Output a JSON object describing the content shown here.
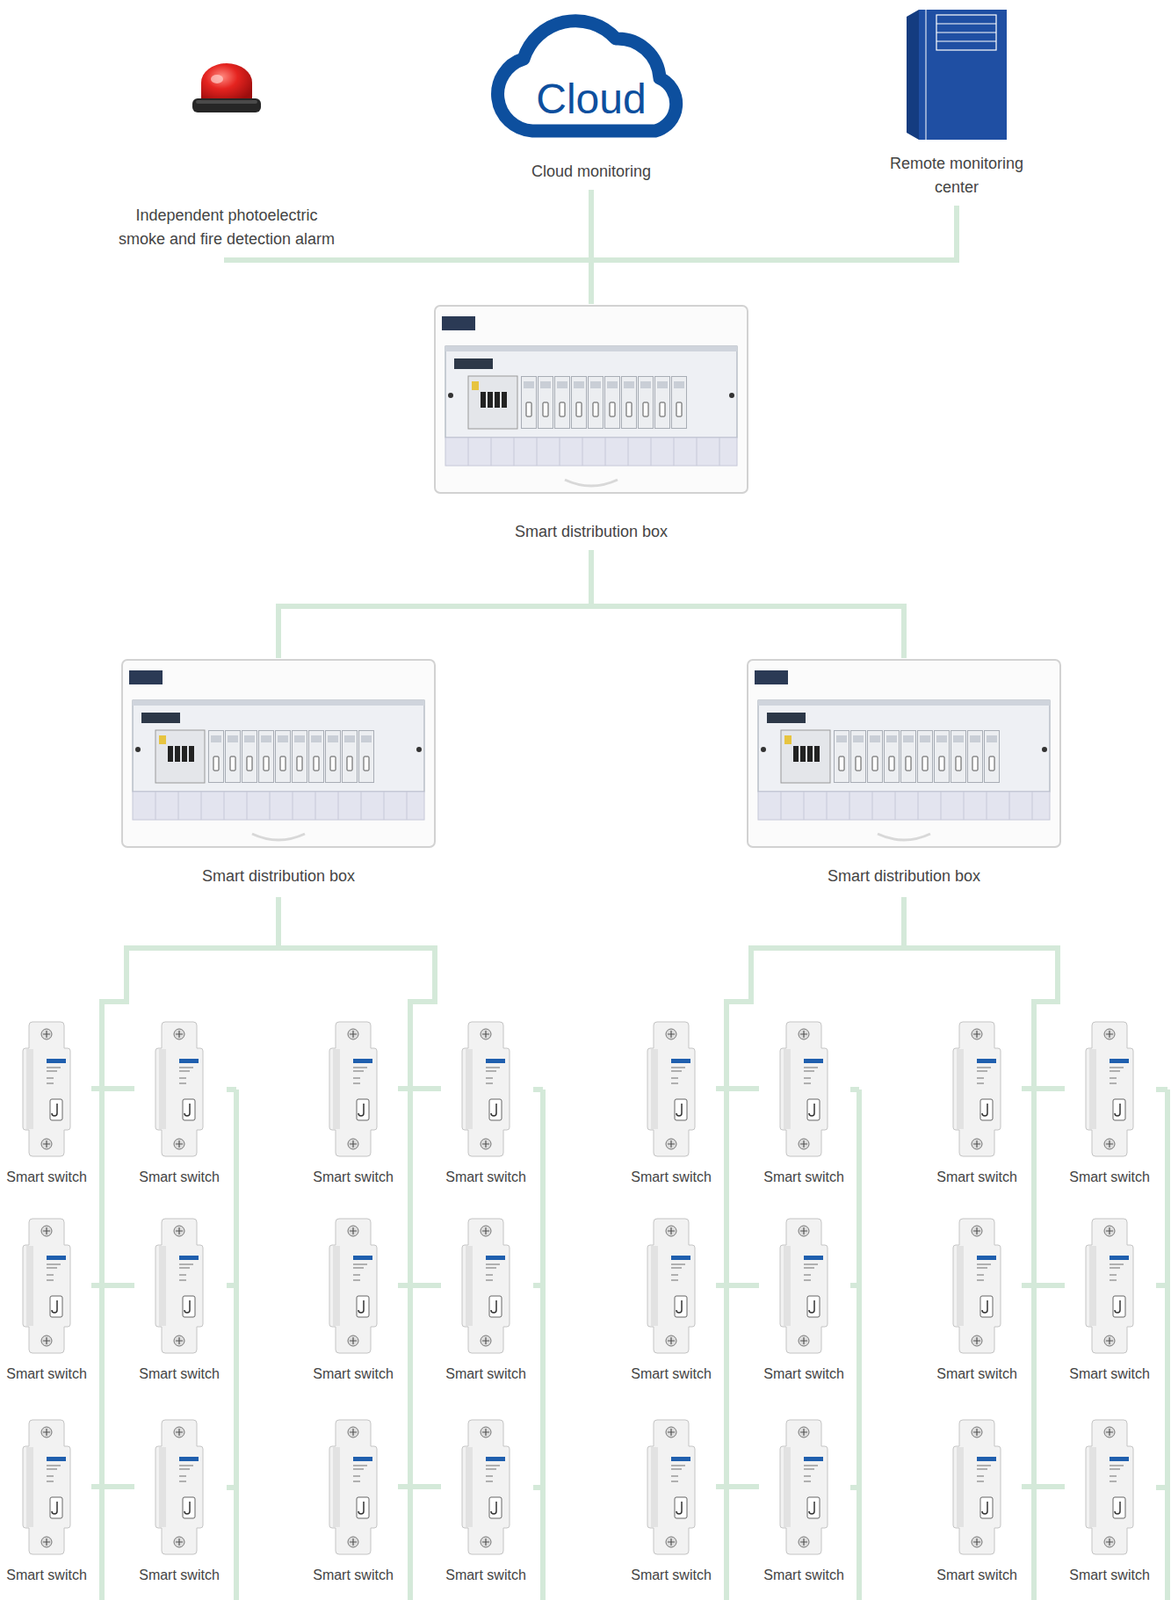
{
  "diagram": {
    "nodes": [
      {
        "text": [
          "Independent photoelectric smoke and fire detection alarm"
        ]
      },
      {
        "text": [
          "Cloud",
          "Cloud monitoring"
        ]
      },
      {
        "text": [
          "Remote monitoring center"
        ]
      },
      {
        "text": [
          "Smart distribution box"
        ]
      },
      {
        "text": [
          "Smart distribution box"
        ]
      },
      {
        "text": [
          "Smart distribution box"
        ]
      },
      {
        "text": [
          "Smart switch"
        ]
      },
      {
        "text": [
          "Smart switch"
        ]
      },
      {
        "text": [
          "Smart switch"
        ]
      },
      {
        "text": [
          "Smart switch"
        ]
      },
      {
        "text": [
          "Smart switch"
        ]
      },
      {
        "text": [
          "Smart switch"
        ]
      },
      {
        "text": [
          "Smart switch"
        ]
      },
      {
        "text": [
          "Smart switch"
        ]
      },
      {
        "text": [
          "Smart switch"
        ]
      },
      {
        "text": [
          "Smart switch"
        ]
      },
      {
        "text": [
          "Smart switch"
        ]
      },
      {
        "text": [
          "Smart switch"
        ]
      },
      {
        "text": [
          "Smart switch"
        ]
      },
      {
        "text": [
          "Smart switch"
        ]
      },
      {
        "text": [
          "Smart switch"
        ]
      },
      {
        "text": [
          "Smart switch"
        ]
      },
      {
        "text": [
          "Smart switch"
        ]
      },
      {
        "text": [
          "Smart switch"
        ]
      },
      {
        "text": [
          "Smart switch"
        ]
      },
      {
        "text": [
          "Smart switch"
        ]
      },
      {
        "text": [
          "Smart switch"
        ]
      },
      {
        "text": [
          "Smart switch"
        ]
      },
      {
        "text": [
          "Smart switch"
        ]
      },
      {
        "text": [
          "Smart switch"
        ]
      }
    ],
    "edges": [
      {
        "from": 0,
        "to": 3,
        "arrow": "none"
      },
      {
        "from": 1,
        "to": 3,
        "arrow": "none"
      },
      {
        "from": 2,
        "to": 3,
        "arrow": "none"
      },
      {
        "from": 3,
        "to": 4,
        "arrow": "none"
      },
      {
        "from": 3,
        "to": 5,
        "arrow": "none"
      },
      {
        "from": 4,
        "to": 6,
        "arrow": "none"
      },
      {
        "from": 4,
        "to": 7,
        "arrow": "none"
      },
      {
        "from": 4,
        "to": 8,
        "arrow": "none"
      },
      {
        "from": 4,
        "to": 9,
        "arrow": "none"
      },
      {
        "from": 4,
        "to": 14,
        "arrow": "none"
      },
      {
        "from": 4,
        "to": 15,
        "arrow": "none"
      },
      {
        "from": 4,
        "to": 16,
        "arrow": "none"
      },
      {
        "from": 4,
        "to": 17,
        "arrow": "none"
      },
      {
        "from": 4,
        "to": 22,
        "arrow": "none"
      },
      {
        "from": 4,
        "to": 23,
        "arrow": "none"
      },
      {
        "from": 4,
        "to": 24,
        "arrow": "none"
      },
      {
        "from": 4,
        "to": 25,
        "arrow": "none"
      },
      {
        "from": 5,
        "to": 10,
        "arrow": "none"
      },
      {
        "from": 5,
        "to": 11,
        "arrow": "none"
      },
      {
        "from": 5,
        "to": 12,
        "arrow": "none"
      },
      {
        "from": 5,
        "to": 13,
        "arrow": "none"
      },
      {
        "from": 5,
        "to": 18,
        "arrow": "none"
      },
      {
        "from": 5,
        "to": 19,
        "arrow": "none"
      },
      {
        "from": 5,
        "to": 20,
        "arrow": "none"
      },
      {
        "from": 5,
        "to": 21,
        "arrow": "none"
      },
      {
        "from": 5,
        "to": 26,
        "arrow": "none"
      },
      {
        "from": 5,
        "to": 27,
        "arrow": "none"
      },
      {
        "from": 5,
        "to": 28,
        "arrow": "none"
      },
      {
        "from": 5,
        "to": 29,
        "arrow": "none"
      }
    ]
  }
}
